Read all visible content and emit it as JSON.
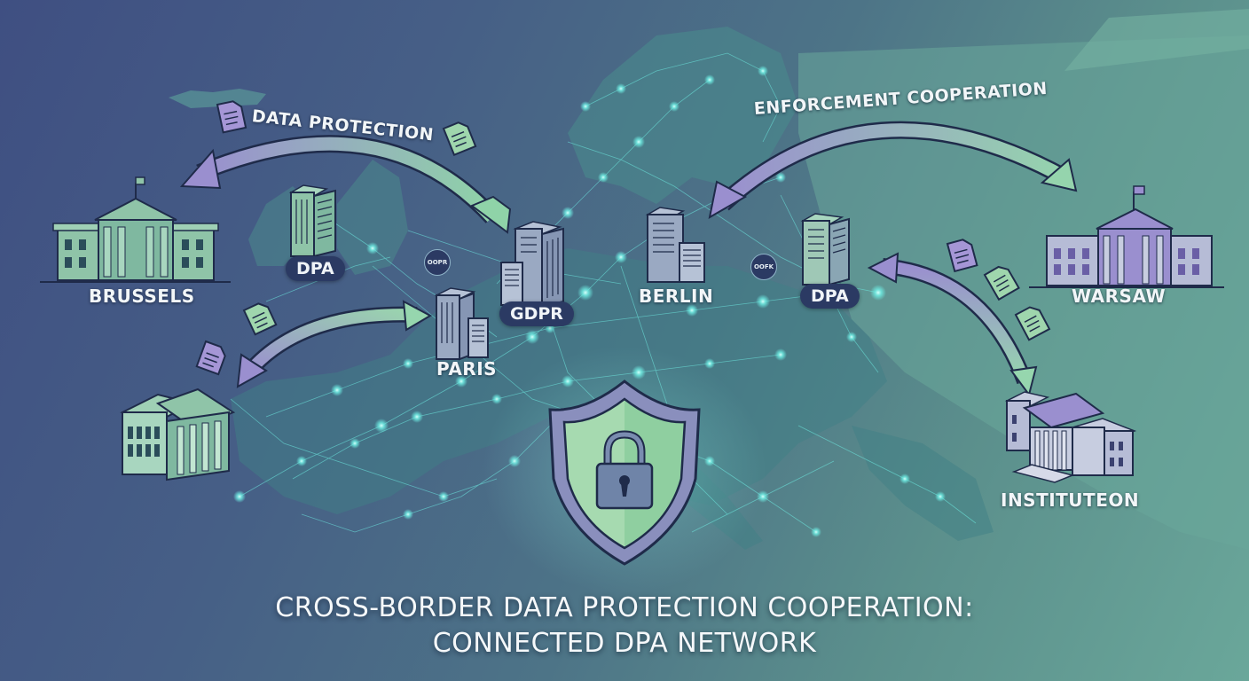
{
  "title": {
    "line1": "CROSS-BORDER DATA PROTECTION COOPERATION:",
    "line2": "CONNECTED DPA NETWORK"
  },
  "arrows": {
    "data_protection": "DATA PROTECTION",
    "enforcement_cooperation": "ENFORCEMENT COOPERATION"
  },
  "cities": {
    "brussels": "BRUSSELS",
    "paris": "PARIS",
    "berlin": "BERLIN",
    "warsaw": "WARSAW",
    "institution": "INSTITUTEON"
  },
  "pills": {
    "dpa_left": "DPA",
    "gdpr": "GDPR",
    "dpa_right": "DPA"
  },
  "badges": {
    "badge_left": "OOPR",
    "badge_right": "OOFK"
  },
  "icons": {
    "shield": "shield-lock-icon",
    "document": "document-icon",
    "government": "government-building-icon",
    "office": "office-building-icon"
  },
  "colors": {
    "accent_green": "#8fcfa8",
    "accent_purple": "#9a8fcf",
    "network_glow": "#6ff0e6",
    "pill_bg": "#2b3a63"
  }
}
